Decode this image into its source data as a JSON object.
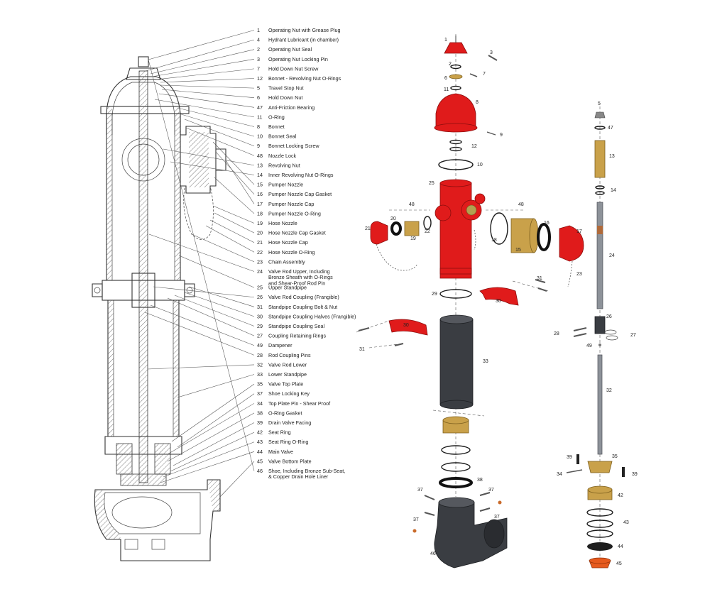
{
  "legend": [
    {
      "num": "1",
      "label": "Operating Nut with Grease Plug"
    },
    {
      "num": "4",
      "label": "Hydrant Lubricant (in chamber)"
    },
    {
      "num": "2",
      "label": "Operating Nut Seal"
    },
    {
      "num": "3",
      "label": "Operating Nut Locking Pin"
    },
    {
      "num": "7",
      "label": "Hold Down Nut Screw"
    },
    {
      "num": "12",
      "label": "Bonnet - Revolving Nut O-Rings"
    },
    {
      "num": "5",
      "label": "Travel Stop Nut"
    },
    {
      "num": "6",
      "label": "Hold Down Nut"
    },
    {
      "num": "47",
      "label": "Anti-Friction Bearing"
    },
    {
      "num": "11",
      "label": "O-Ring"
    },
    {
      "num": "8",
      "label": "Bonnet"
    },
    {
      "num": "10",
      "label": "Bonnet Seal"
    },
    {
      "num": "9",
      "label": "Bonnet Locking Screw"
    },
    {
      "num": "48",
      "label": "Nozzle Lock"
    },
    {
      "num": "13",
      "label": "Revolving Nut"
    },
    {
      "num": "14",
      "label": "Inner Revolving Nut O-Rings"
    },
    {
      "num": "15",
      "label": "Pumper Nozzle"
    },
    {
      "num": "16",
      "label": "Pumper Nozzle Cap Gasket"
    },
    {
      "num": "17",
      "label": "Pumper Nozzle Cap"
    },
    {
      "num": "18",
      "label": "Pumper Nozzle O-Ring"
    },
    {
      "num": "19",
      "label": "Hose Nozzle"
    },
    {
      "num": "20",
      "label": "Hose Nozzle Cap Gasket"
    },
    {
      "num": "21",
      "label": "Hose Nozzle Cap"
    },
    {
      "num": "22",
      "label": "Hose Nozzle O-Ring"
    },
    {
      "num": "23",
      "label": "Chain Assembly"
    },
    {
      "num": "24",
      "label": "Valve Rod Upper, Including",
      "label2": "Bronze Sheath with O-Rings",
      "label3": "and Shear-Proof Rod Pin"
    },
    {
      "num": "25",
      "label": "Upper Standpipe"
    },
    {
      "num": "26",
      "label": "Valve Rod Coupling (Frangible)"
    },
    {
      "num": "31",
      "label": "Standpipe Coupling  Bolt & Nut"
    },
    {
      "num": "30",
      "label": "Standpipe Coupling Halves (Frangible)"
    },
    {
      "num": "29",
      "label": "Standpipe Coupling Seal"
    },
    {
      "num": "27",
      "label": "Coupling Retaining Rings"
    },
    {
      "num": "49",
      "label": "Dampener"
    },
    {
      "num": "28",
      "label": "Rod Coupling Pins"
    },
    {
      "num": "32",
      "label": "Valve Rod Lower"
    },
    {
      "num": "33",
      "label": "Lower Standpipe"
    },
    {
      "num": "35",
      "label": "Valve Top Plate"
    },
    {
      "num": "37",
      "label": "Shoe Locking Key"
    },
    {
      "num": "34",
      "label": "Top Plate Pin - Shear Proof"
    },
    {
      "num": "38",
      "label": "O-Ring Gasket"
    },
    {
      "num": "39",
      "label": "Drain Valve Facing"
    },
    {
      "num": "42",
      "label": "Seat Ring"
    },
    {
      "num": "43",
      "label": "Seat Ring O-Ring"
    },
    {
      "num": "44",
      "label": "Main Valve"
    },
    {
      "num": "45",
      "label": "Valve Bottom Plate"
    },
    {
      "num": "46",
      "label": "Shoe, Including Bronze Sub-Seat,",
      "label2": "& Copper Drain Hole Liner"
    }
  ],
  "callouts": {
    "c1": "1",
    "c3": "3",
    "c2": "2",
    "c7": "7",
    "c6": "6",
    "c11": "11",
    "c8": "8",
    "c9": "9",
    "c12": "12",
    "c10": "10",
    "c25": "25",
    "c48a": "48",
    "c48b": "48",
    "c20": "20",
    "c21": "21",
    "c19": "19",
    "c22": "22",
    "c18": "18",
    "c15": "15",
    "c16": "16",
    "c17": "17",
    "c23": "23",
    "c29": "29",
    "c30a": "30",
    "c31a": "31",
    "c30b": "30",
    "c31b": "31",
    "c33": "33",
    "c38": "38",
    "c37a": "37",
    "c37b": "37",
    "c37c": "37",
    "c37d": "37",
    "c46": "46",
    "c5": "5",
    "c47": "47",
    "c13": "13",
    "c14": "14",
    "c24": "24",
    "c26": "26",
    "c27": "27",
    "c28": "28",
    "c49": "49",
    "c32": "32",
    "c35": "35",
    "c34": "34",
    "c39a": "39",
    "c39b": "39",
    "c42": "42",
    "c43": "43",
    "c44": "44",
    "c45": "45"
  },
  "colors": {
    "red": "#e01b1b",
    "brass": "#c9a14a",
    "dark": "#3a3d42",
    "steel": "#8d9299"
  }
}
